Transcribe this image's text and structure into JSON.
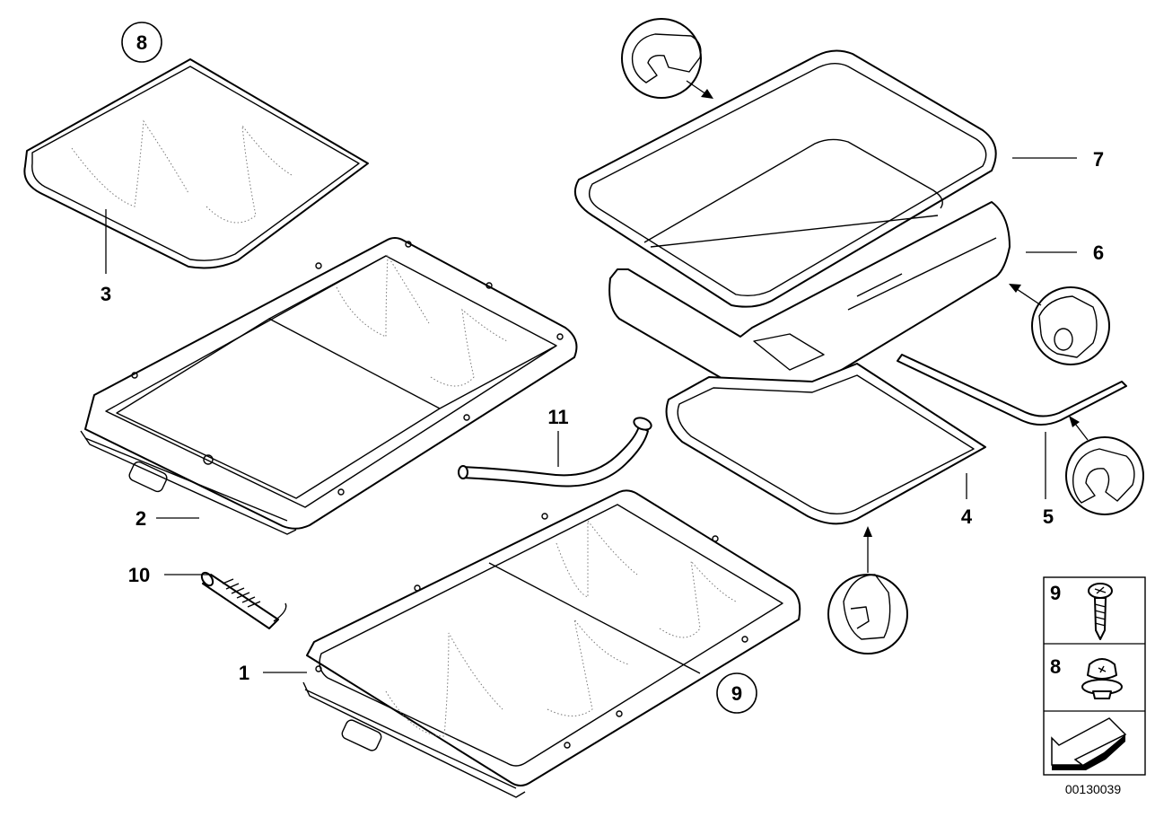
{
  "labels": {
    "l1": "1",
    "l2": "2",
    "l3": "3",
    "l4": "4",
    "l5": "5",
    "l6": "6",
    "l7": "7",
    "l10": "10",
    "l11": "11"
  },
  "circled": {
    "c8": "8",
    "c9": "9"
  },
  "legend": {
    "l9": "9",
    "l8": "8"
  },
  "icons": {
    "seal_detail": "seal-profile-detail-icon",
    "screw": "screw-icon",
    "nut": "nut-icon",
    "arrow": "direction-arrow-icon"
  },
  "diagram_code": "00130039"
}
